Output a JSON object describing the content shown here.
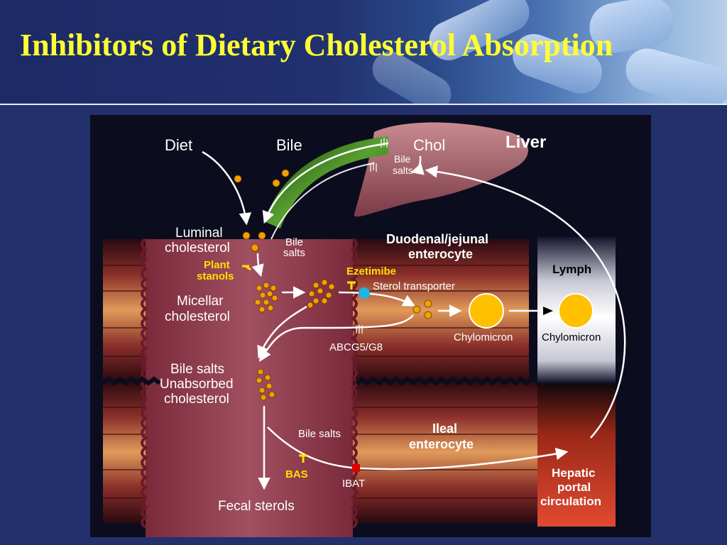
{
  "slide": {
    "title": "Inhibitors of Dietary Cholesterol Absorption"
  },
  "diagram": {
    "liver": "Liver",
    "chol": "Chol",
    "bile": "Bile",
    "diet": "Diet",
    "bile_salts_liver_1": "Bile",
    "bile_salts_liver_2": "salts",
    "bile_salts_mid_1": "Bile",
    "bile_salts_mid_2": "salts",
    "luminal_1": "Luminal",
    "luminal_2": "cholesterol",
    "plant_stanols_1": "Plant",
    "plant_stanols_2": "stanols",
    "micellar_1": "Micellar",
    "micellar_2": "cholesterol",
    "duodenal_1": "Duodenal/jejunal",
    "duodenal_2": "enterocyte",
    "ezetimibe": "Ezetimibe",
    "sterol_transporter": "Sterol transporter",
    "lymph": "Lymph",
    "chylomicron_1": "Chylomicron",
    "chylomicron_2": "Chylomicron",
    "abcg": "ABCG5/G8",
    "unabsorbed_1": "Bile salts",
    "unabsorbed_2": "Unabsorbed",
    "unabsorbed_3": "cholesterol",
    "ileal_bile_salts": "Bile salts",
    "ileal_1": "Ileal",
    "ileal_2": "enterocyte",
    "bas": "BAS",
    "ibat": "IBAT",
    "fecal": "Fecal sterols",
    "hepatic_1": "Hepatic",
    "hepatic_2": "portal",
    "hepatic_3": "circulation"
  },
  "colors": {
    "title": "#ffff33",
    "inhibitor": "#ffe000",
    "cholesterol_dot": "#f5a000",
    "chylomicron": "#ffc000",
    "transporter": "#1eb4e6",
    "ibat_marker": "#e00000"
  }
}
